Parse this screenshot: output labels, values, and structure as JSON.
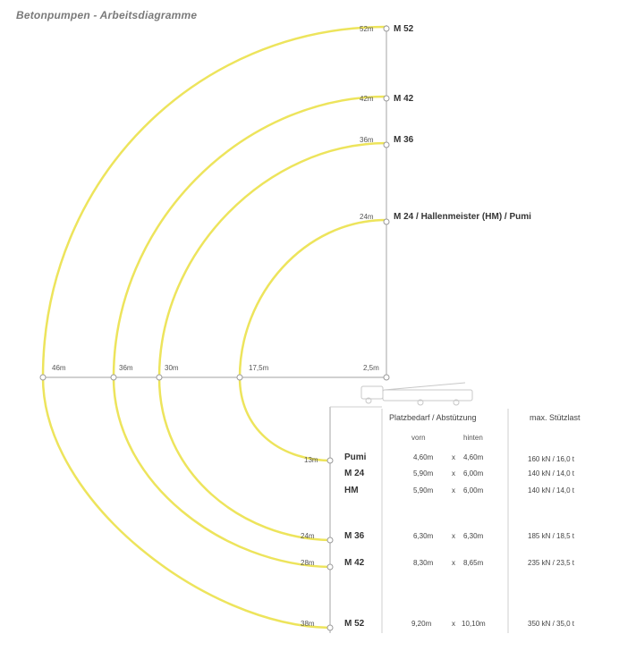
{
  "title": "Betonpumpen - Arbeitsdiagramme",
  "colors": {
    "arc": "#ede45c",
    "axis": "#b4b4b4",
    "text": "#3a3a3a"
  },
  "vertical_labels": [
    {
      "height": "52m",
      "model": "M 52"
    },
    {
      "height": "42m",
      "model": "M 42"
    },
    {
      "height": "36m",
      "model": "M 36"
    },
    {
      "height": "24m",
      "model": "M 24 / Hallenmeister (HM) / Pumi"
    }
  ],
  "horizontal_labels": [
    "46m",
    "36m",
    "30m",
    "17,5m",
    "2,5m"
  ],
  "depth_labels": [
    "13m",
    "24m",
    "28m",
    "38m"
  ],
  "table": {
    "header": "Platzbedarf / Abstützung",
    "sub_front": "vorn",
    "sub_back": "hinten",
    "max_header": "max. Stützlast",
    "rows": [
      {
        "model": "Pumi",
        "front": "4,60m",
        "x": "x",
        "back": "4,60m",
        "load": "160 kN / 16,0 t"
      },
      {
        "model": "M 24",
        "front": "5,90m",
        "x": "x",
        "back": "6,00m",
        "load": "140 kN / 14,0 t"
      },
      {
        "model": "HM",
        "front": "5,90m",
        "x": "x",
        "back": "6,00m",
        "load": "140 kN / 14,0 t"
      },
      {
        "model": "M 36",
        "front": "6,30m",
        "x": "x",
        "back": "6,30m",
        "load": "185 kN / 18,5 t"
      },
      {
        "model": "M 42",
        "front": "8,30m",
        "x": "x",
        "back": "8,65m",
        "load": "235 kN / 23,5 t"
      },
      {
        "model": "M 52",
        "front": "9,20m",
        "x": "x",
        "back": "10,10m",
        "load": "350 kN / 35,0 t"
      }
    ]
  }
}
